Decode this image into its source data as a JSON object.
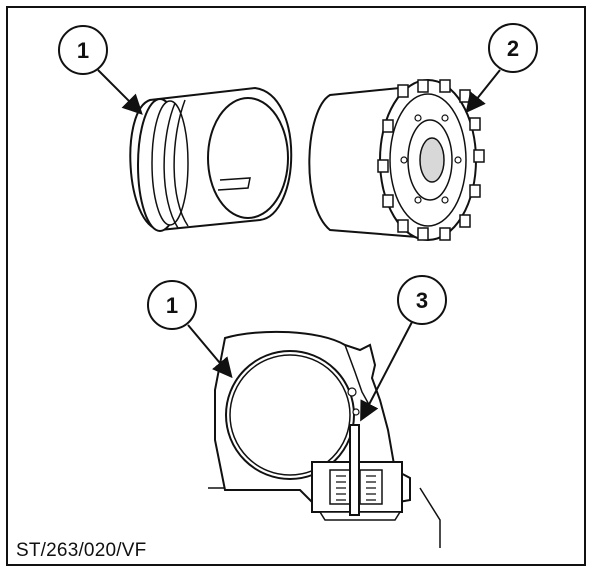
{
  "figure": {
    "reference_code": "ST/263/020/VF",
    "callouts": [
      {
        "id": "callout-1-top",
        "label": "1"
      },
      {
        "id": "callout-2",
        "label": "2"
      },
      {
        "id": "callout-1-bottom",
        "label": "1"
      },
      {
        "id": "callout-3",
        "label": "3"
      }
    ],
    "colors": {
      "ink": "#111111",
      "paper": "#ffffff",
      "shade": "#d8d8d8"
    }
  }
}
